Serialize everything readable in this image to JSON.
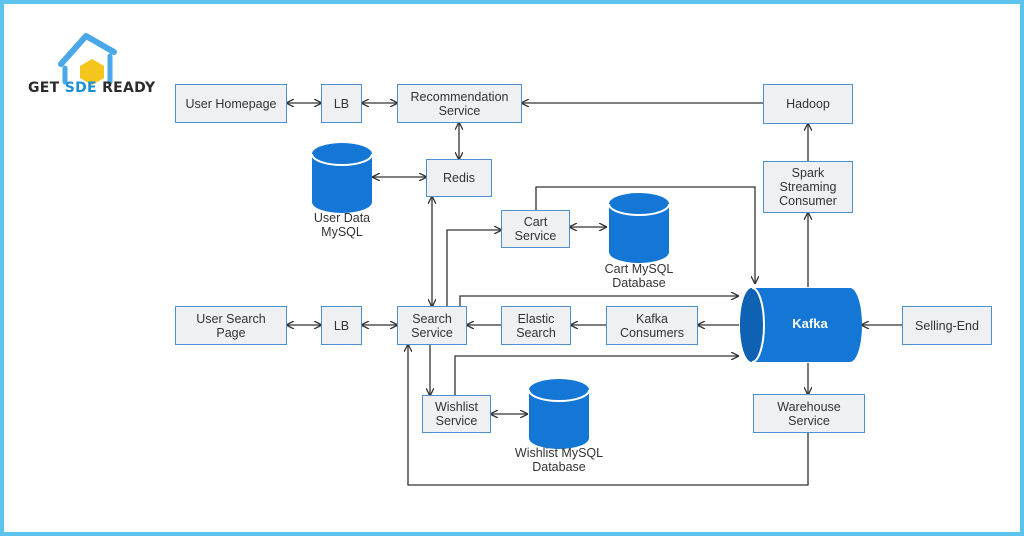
{
  "brand": {
    "word1": "GET",
    "word2": "SDE",
    "word3": "READY"
  },
  "colors": {
    "accent": "#1b8fd6",
    "box_border": "#4d8fd1",
    "box_fill": "#eef0f2",
    "frame": "#5cc3ee",
    "db": "#1477d6"
  },
  "nodes": {
    "user_homepage": "User Homepage",
    "lb_top": "LB",
    "recommendation": "Recommendation\nService",
    "hadoop": "Hadoop",
    "redis": "Redis",
    "spark": "Spark\nStreaming\nConsumer",
    "cart_service": "Cart\nService",
    "user_search": "User Search\nPage",
    "lb_bottom": "LB",
    "search_service": "Search\nService",
    "elastic": "Elastic\nSearch",
    "kafka_consumers": "Kafka\nConsumers",
    "selling_end": "Selling-End",
    "wishlist_service": "Wishlist\nService",
    "warehouse": "Warehouse\nService",
    "kafka": "Kafka"
  },
  "databases": {
    "user_data": "User Data\nMySQL",
    "cart_db": "Cart MySQL\nDatabase",
    "wishlist_db": "Wishlist MySQL\nDatabase"
  }
}
